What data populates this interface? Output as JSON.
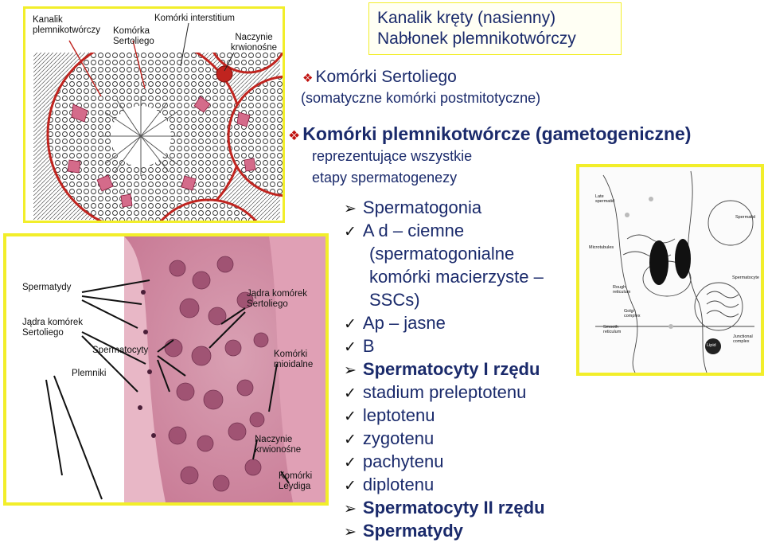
{
  "colors": {
    "frame_yellow": "#f2ee2a",
    "text_navy": "#1a2a6b",
    "diamond_red": "#c0120f"
  },
  "top_diagram": {
    "labels": {
      "kanalik": "Kanalik plemnikotwórczy",
      "komorka_sertoliego": "Komórka Sertoliego",
      "komorki_interstitium": "Komórki interstitium",
      "naczynie": "Naczynie krwionośne"
    }
  },
  "micrograph": {
    "labels": {
      "spermatydy": "Spermatydy",
      "jadra_sertoli": "Jądra komórek Sertoliego",
      "spermatocyty": "Spermatocyty",
      "plemniki": "Plemniki",
      "jadra_komorek_sertoliego": "Jądra komórek Sertoliego",
      "komorki_mioidalne": "Komórki mioidalne",
      "naczynie": "Naczynie krwionośne",
      "leydiga": "Komórki Leydiga"
    }
  },
  "title": {
    "line1": "Kanalik kręty (nasienny)",
    "line2": "Nabłonek plemnikotwórczy"
  },
  "sertoli": {
    "heading": "Komórki Sertoliego",
    "sub": "(somatyczne komórki postmitotyczne)"
  },
  "germ": {
    "heading": "Komórki plemnikotwórcze (gametogeniczne)",
    "sub1": "reprezentujące wszystkie",
    "sub2": "etapy spermatogenezy"
  },
  "list": [
    {
      "marker": "arrow",
      "text": "Spermatogonia",
      "bold": false
    },
    {
      "marker": "tick",
      "text": "A d – ciemne",
      "bold": false
    },
    {
      "marker": "none",
      "text": "(spermatogonialne",
      "bold": false
    },
    {
      "marker": "none",
      "text": "komórki macierzyste –",
      "bold": false
    },
    {
      "marker": "none",
      "text": "SSCs)",
      "bold": false
    },
    {
      "marker": "tick",
      "text": "Ap – jasne",
      "bold": false
    },
    {
      "marker": "tick",
      "text": "B",
      "bold": false
    },
    {
      "marker": "arrow",
      "text": "Spermatocyty I rzędu",
      "bold": true
    },
    {
      "marker": "tick",
      "text": "stadium preleptotenu",
      "bold": false
    },
    {
      "marker": "tick",
      "text": "leptotenu",
      "bold": false
    },
    {
      "marker": "tick",
      "text": "zygotenu",
      "bold": false
    },
    {
      "marker": "tick",
      "text": "pachytenu",
      "bold": false
    },
    {
      "marker": "tick",
      "text": "diplotenu",
      "bold": false
    },
    {
      "marker": "arrow",
      "text": "Spermatocyty II rzędu",
      "bold": true
    },
    {
      "marker": "arrow",
      "text": "Spermatydy",
      "bold": true
    }
  ],
  "em_figure": {
    "labels": {
      "late_spermatid": "Late spermatid",
      "spermatid": "Spermatid",
      "microtubules": "Microtubules",
      "spermatocyte": "Spermatocyte",
      "rough_er": "Rough reticulum",
      "golgi": "Golgi complex",
      "smooth_er": "Smooth reticulum",
      "lipid": "Lipid",
      "junctional": "Junctional complex"
    }
  }
}
